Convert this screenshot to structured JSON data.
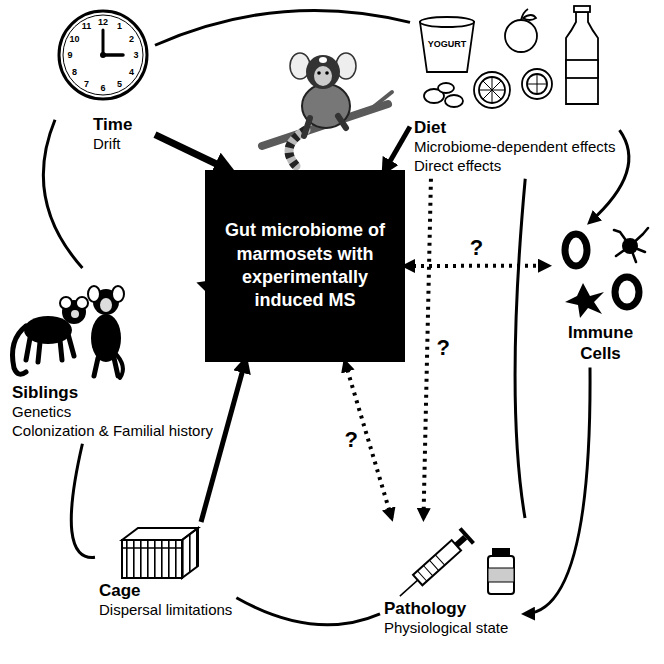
{
  "diagram": {
    "nodes": [
      {
        "text": [
          "Time",
          "Drift"
        ]
      },
      {
        "text": [
          "Diet",
          "Microbiome-dependent effects",
          "Direct effects"
        ]
      },
      {
        "text": [
          "Siblings",
          "Genetics",
          "Colonization & Familial history"
        ]
      },
      {
        "text": [
          "Gut microbiome of marmosets with experimentally induced MS"
        ]
      },
      {
        "text": [
          "Immune Cells"
        ]
      },
      {
        "text": [
          "Cage",
          "Dispersal limitations"
        ]
      },
      {
        "text": [
          "Pathology",
          "Physiological state"
        ]
      }
    ],
    "edges": [
      {
        "from": 0,
        "to": 3,
        "arrow": "to"
      },
      {
        "from": 1,
        "to": 3,
        "arrow": "to"
      },
      {
        "from": 2,
        "to": 3,
        "arrow": "to"
      },
      {
        "from": 5,
        "to": 3,
        "arrow": "to"
      },
      {
        "from": 1,
        "to": 4,
        "arrow": "to"
      },
      {
        "from": 4,
        "to": 6,
        "arrow": "to"
      },
      {
        "from": 3,
        "to": 4,
        "arrow": "both",
        "label": "?"
      },
      {
        "from": 1,
        "to": 6,
        "arrow": "to",
        "label": "?"
      },
      {
        "from": 3,
        "to": 6,
        "arrow": "both",
        "label": "?"
      },
      {
        "from": 0,
        "to": 1,
        "arrow": "none"
      },
      {
        "from": 0,
        "to": 2,
        "arrow": "none"
      },
      {
        "from": 2,
        "to": 5,
        "arrow": "none"
      },
      {
        "from": 5,
        "to": 6,
        "arrow": "none"
      },
      {
        "from": 1,
        "to": 6,
        "arrow": "none"
      }
    ],
    "labels": [
      "12",
      "1",
      "2",
      "3",
      "4",
      "5",
      "6",
      "7",
      "8",
      "9",
      "10",
      "11",
      "YOGURT"
    ]
  }
}
